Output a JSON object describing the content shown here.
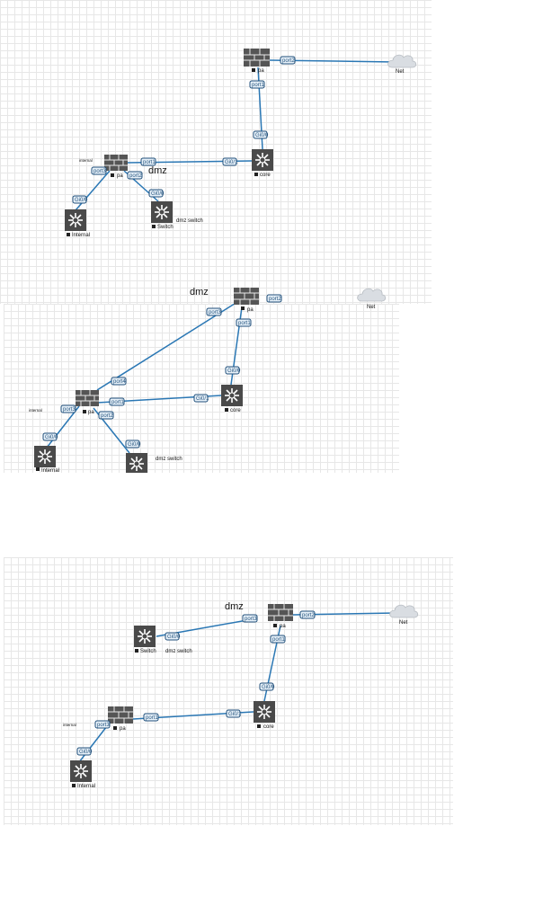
{
  "labels": {
    "fw_name": "pa",
    "core_name": "core",
    "net_name": "Net",
    "internal_label_small": "internal",
    "internal_switch": "Internal",
    "switch_name": "Switch",
    "dmz": "dmz",
    "dmz_switch": "dmz switch"
  },
  "interfaces": {
    "port1": "port1",
    "port2": "port2",
    "port3": "port3",
    "port4": "port4",
    "gi0_0": "Gi0/0",
    "gi0_1": "Gi0/1"
  },
  "colors": {
    "link": "#2a77b4",
    "device": "#4a4a4a",
    "label_bg": "#e8f2fa",
    "label_border": "#1f4e79",
    "cloud": "#d9dde2"
  }
}
